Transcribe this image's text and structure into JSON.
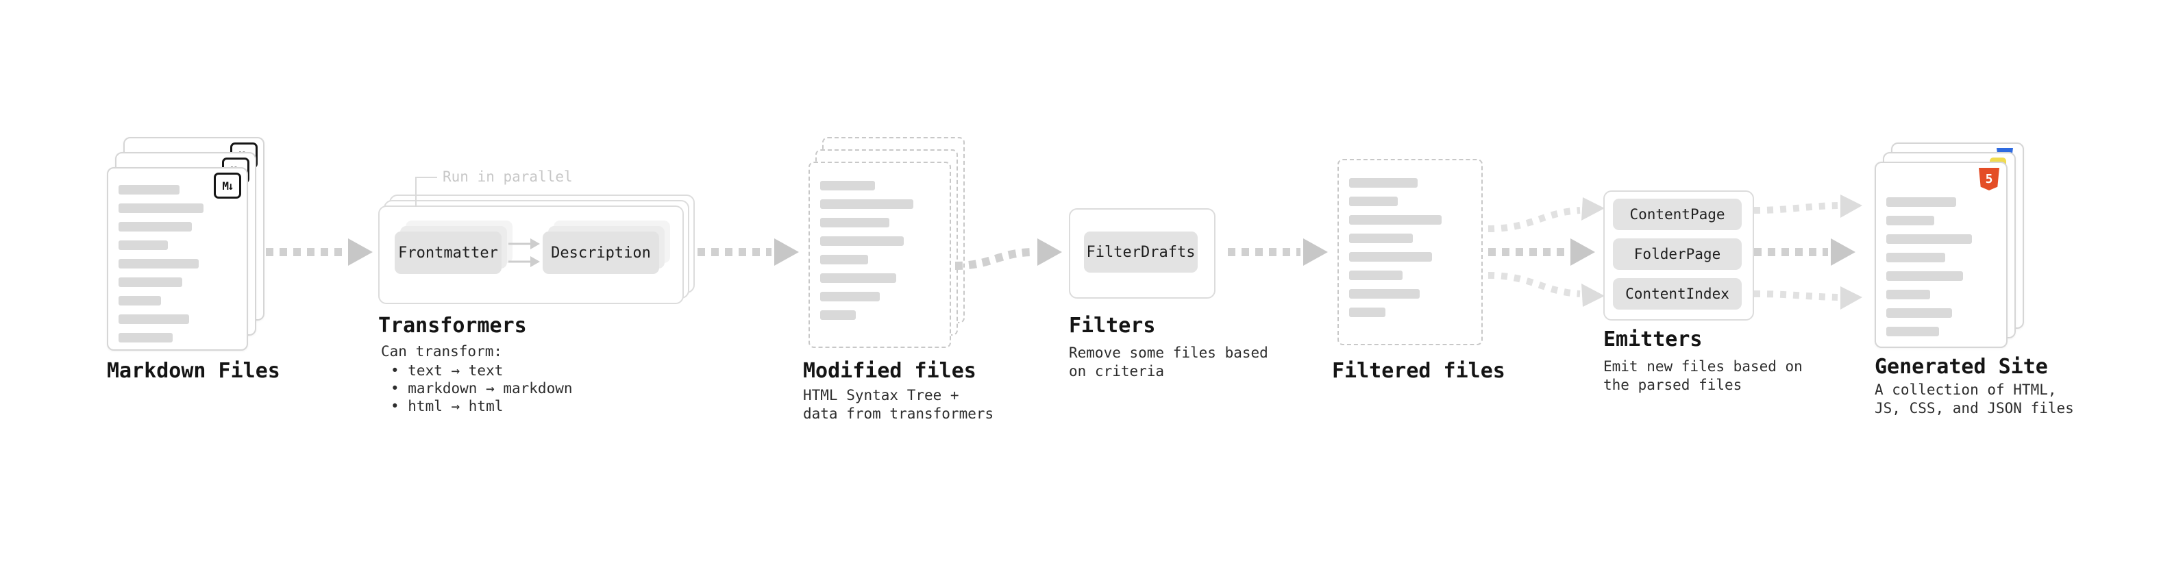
{
  "icons": {
    "markdown_glyph": "M↓",
    "html5_glyph": "5"
  },
  "colors": {
    "html5_orange": "#e44d26",
    "js_yellow": "#f0db4f",
    "css_blue": "#2f6be0",
    "arrow_gray": "#d0d0d0",
    "bar_gray": "#d9d9d9"
  },
  "stages": {
    "markdown_files": {
      "title": "Markdown Files"
    },
    "transformers": {
      "title": "Transformers",
      "parallel_note": "Run in parallel",
      "buttons": [
        "Frontmatter",
        "Description"
      ],
      "caption_heading": "Can transform:",
      "capabilities": [
        "• text → text",
        "• markdown → markdown",
        "• html → html"
      ]
    },
    "modified_files": {
      "title": "Modified files",
      "caption": "HTML Syntax Tree +\ndata from transformers"
    },
    "filters": {
      "title": "Filters",
      "buttons": [
        "FilterDrafts"
      ],
      "caption": "Remove some files based\non criteria"
    },
    "filtered_files": {
      "title": "Filtered files"
    },
    "emitters": {
      "title": "Emitters",
      "buttons": [
        "ContentPage",
        "FolderPage",
        "ContentIndex"
      ],
      "caption": "Emit new files based on\nthe parsed files"
    },
    "generated_site": {
      "title": "Generated Site",
      "caption": "A collection of HTML,\nJS, CSS, and JSON files"
    }
  }
}
